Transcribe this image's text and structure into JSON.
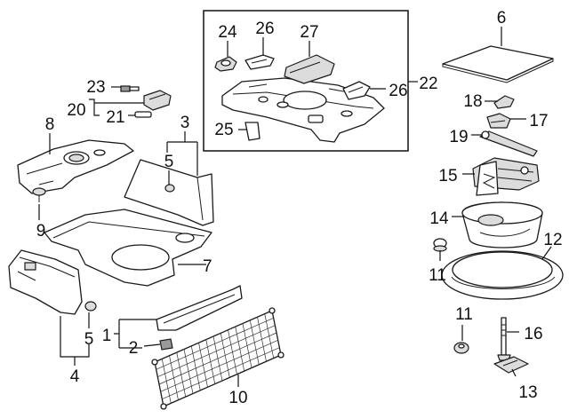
{
  "callouts": [
    {
      "id": "c1",
      "label": "1"
    },
    {
      "id": "c2",
      "label": "2"
    },
    {
      "id": "c3",
      "label": "3"
    },
    {
      "id": "c4",
      "label": "4"
    },
    {
      "id": "c5a",
      "label": "5"
    },
    {
      "id": "c5b",
      "label": "5"
    },
    {
      "id": "c6",
      "label": "6"
    },
    {
      "id": "c7",
      "label": "7"
    },
    {
      "id": "c8",
      "label": "8"
    },
    {
      "id": "c9",
      "label": "9"
    },
    {
      "id": "c10",
      "label": "10"
    },
    {
      "id": "c11a",
      "label": "11"
    },
    {
      "id": "c11b",
      "label": "11"
    },
    {
      "id": "c12",
      "label": "12"
    },
    {
      "id": "c13",
      "label": "13"
    },
    {
      "id": "c14",
      "label": "14"
    },
    {
      "id": "c15",
      "label": "15"
    },
    {
      "id": "c16",
      "label": "16"
    },
    {
      "id": "c17",
      "label": "17"
    },
    {
      "id": "c18",
      "label": "18"
    },
    {
      "id": "c19",
      "label": "19"
    },
    {
      "id": "c20",
      "label": "20"
    },
    {
      "id": "c21",
      "label": "21"
    },
    {
      "id": "c22",
      "label": "22"
    },
    {
      "id": "c23",
      "label": "23"
    },
    {
      "id": "c24",
      "label": "24"
    },
    {
      "id": "c25",
      "label": "25"
    },
    {
      "id": "c26a",
      "label": "26"
    },
    {
      "id": "c26b",
      "label": "26"
    },
    {
      "id": "c27",
      "label": "27"
    }
  ]
}
